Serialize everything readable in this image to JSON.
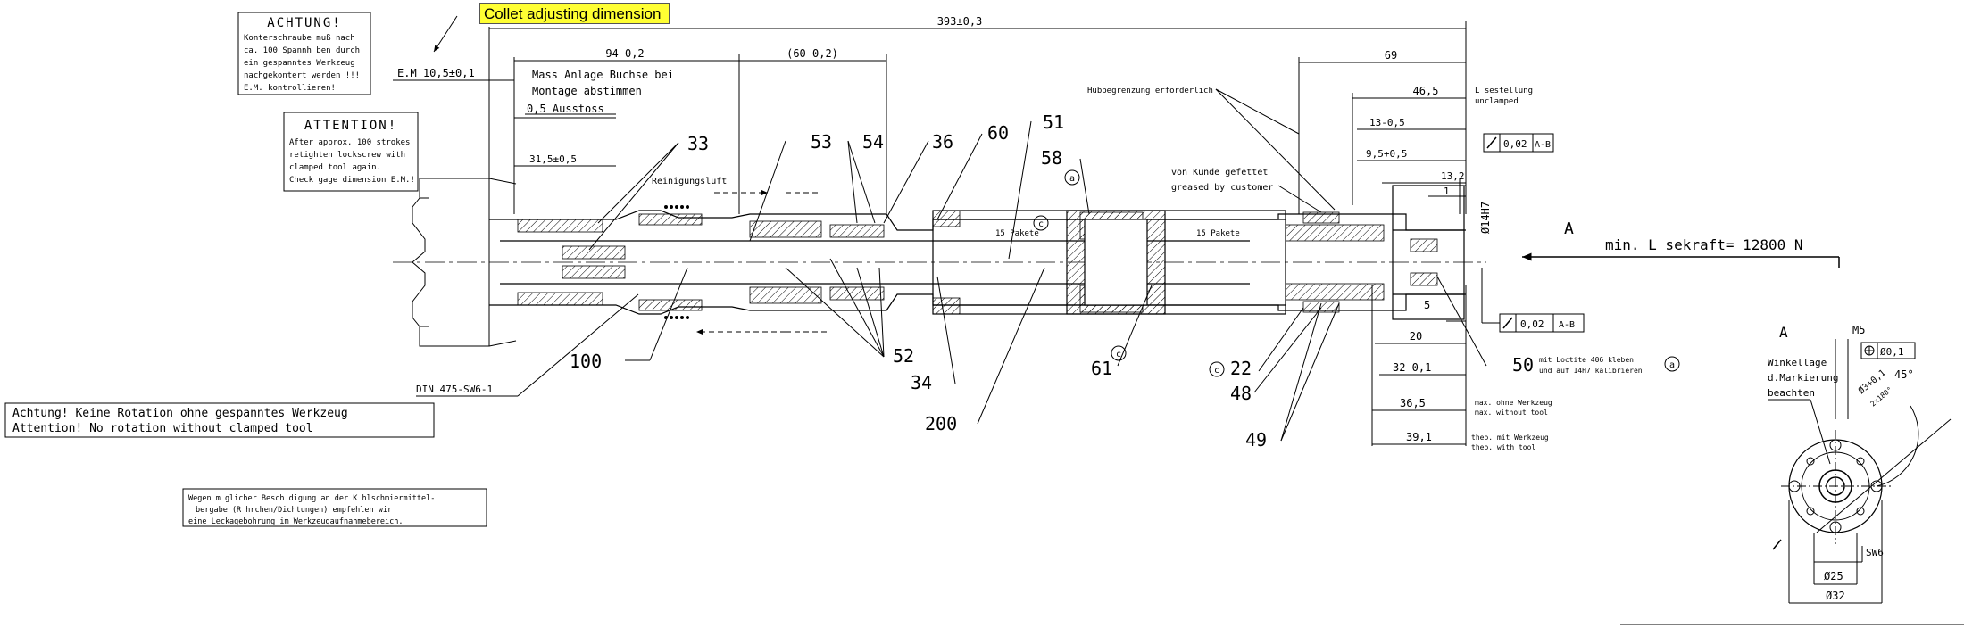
{
  "highlight": {
    "label": "Collet adjusting dimension",
    "color": "#ffff33"
  },
  "notes": {
    "achtung": {
      "title": "ACHTUNG!",
      "lines": [
        "Konterschraube muß nach",
        "ca. 100 Spannh ben durch",
        "ein gespanntes Werkzeug",
        "nachgekontert werden !!!",
        "E.M. kontrollieren!"
      ]
    },
    "attention": {
      "title": "ATTENTION!",
      "lines": [
        "After approx. 100 strokes",
        "retighten lockscrew with",
        "clamped tool again.",
        "Check gage dimension E.M.!"
      ]
    },
    "rotation": {
      "lines": [
        "Achtung! Keine Rotation ohne gespanntes Werkzeug",
        "Attention! No rotation without clamped tool"
      ]
    },
    "leakage": {
      "lines": [
        "Wegen m glicher Besch digung an der K hlschmiermittel-",
        "bergabe (R hrchen/Dichtungen) empfehlen wir",
        "eine Leckagebohrung im Werkzeugaufnahmebereich."
      ]
    }
  },
  "dimensions": {
    "overall": "393±0,3",
    "em": "E.M 10,5±0,1",
    "d94": "94-0,2",
    "d60": "(60-0,2)",
    "mass1": "Mass Anlage Buchse bei",
    "mass2": "Montage abstimmen",
    "ausstoss": "0,5 Ausstoss",
    "d315": "31,5±0,5",
    "d69": "69",
    "d465": "46,5",
    "d13": "13-0,5",
    "d95": "9,5+0,5",
    "d132": "13,2",
    "d1": "1",
    "d14": "Ø14H7",
    "d5": "5",
    "d20": "20",
    "d32": "32-0,1",
    "d365": "36,5",
    "d391": "39,1",
    "lstell1": "L sestellung",
    "lstell2": "unclamped",
    "tol1": "0,02",
    "tol2": "0,02",
    "datum": "A-B",
    "reinigung": "Reinigungsluft",
    "pakete1": "15 Pakete",
    "pakete2": "15 Pakete",
    "hub": "Hubbegrenzung erforderlich",
    "kunde1": "von Kunde gefettet",
    "kunde2": "greased by customer",
    "force": "min. L sekraft= 12800 N",
    "arrowA": "A",
    "loctite1": "mit Loctite 406 kleben",
    "loctite2": "und auf 14H7 kalibrieren",
    "ohne1": "max. ohne Werkzeug",
    "ohne2": "max. without tool",
    "mit1": "theo. mit Werkzeug",
    "mit2": "theo. with tool",
    "din": "DIN 475-SW6-1"
  },
  "callouts": [
    "33",
    "53",
    "54",
    "36",
    "60",
    "51",
    "58",
    "100",
    "52",
    "34",
    "200",
    "61",
    "22",
    "48",
    "49",
    "50"
  ],
  "circled": [
    "a",
    "c",
    "c",
    "c",
    "a"
  ],
  "endview": {
    "label": "A",
    "m5": "M5",
    "tol": "Ø0,1",
    "angle": "45°",
    "holes1": "Ø3+0,1",
    "holes2": "2x180°",
    "winkel1": "Winkellage",
    "winkel2": "d.Markierung",
    "winkel3": "beachten",
    "sw": "SW6",
    "d25": "Ø25",
    "d32": "Ø32"
  }
}
